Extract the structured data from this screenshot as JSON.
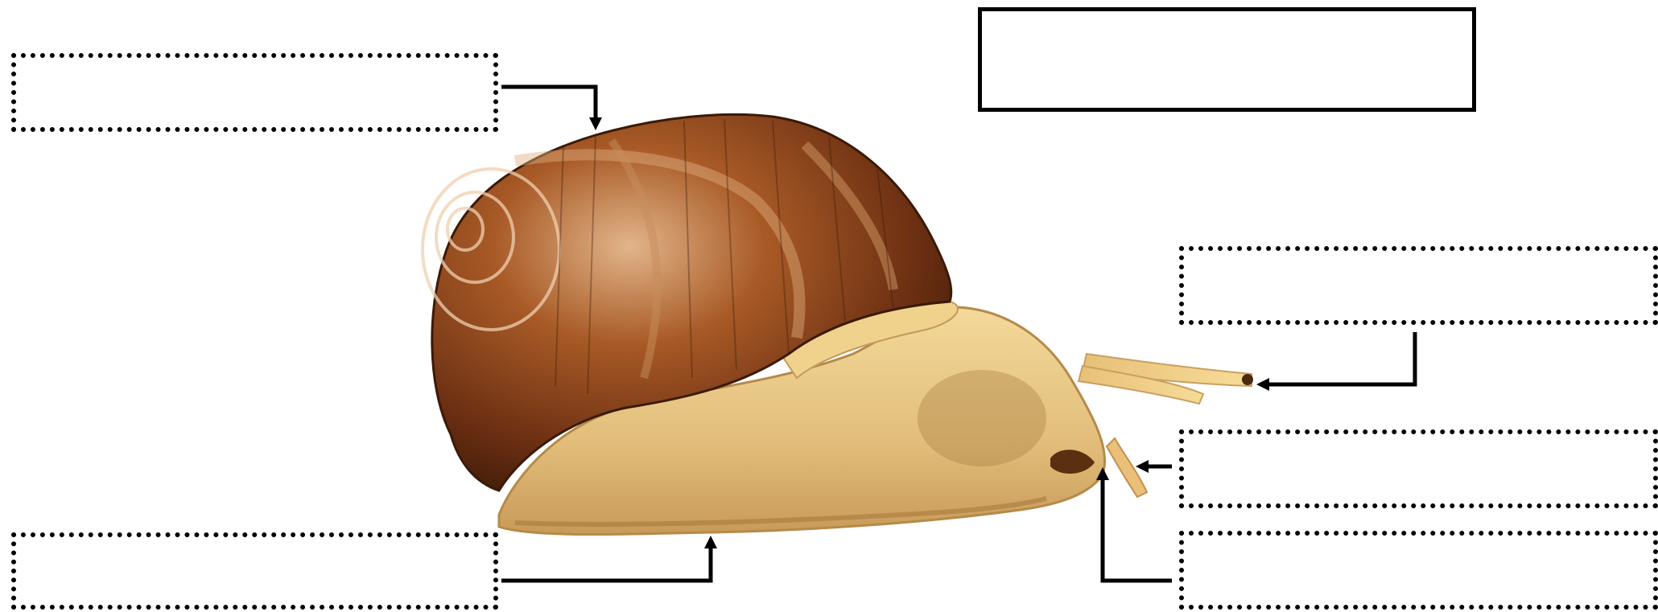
{
  "worksheet": {
    "title_box": {
      "text": ""
    },
    "label_boxes": [
      {
        "id": "shell-label",
        "text": ""
      },
      {
        "id": "tentacle-label",
        "text": ""
      },
      {
        "id": "lower-tentacle-label",
        "text": ""
      },
      {
        "id": "mouth-label",
        "text": ""
      },
      {
        "id": "foot-label",
        "text": ""
      }
    ]
  },
  "colors": {
    "shell_dark": "#5a2a10",
    "shell_mid": "#9a4a1c",
    "shell_light": "#d8a070",
    "body": "#e8c880",
    "body_dark": "#b89050",
    "arrow": "#000000"
  }
}
